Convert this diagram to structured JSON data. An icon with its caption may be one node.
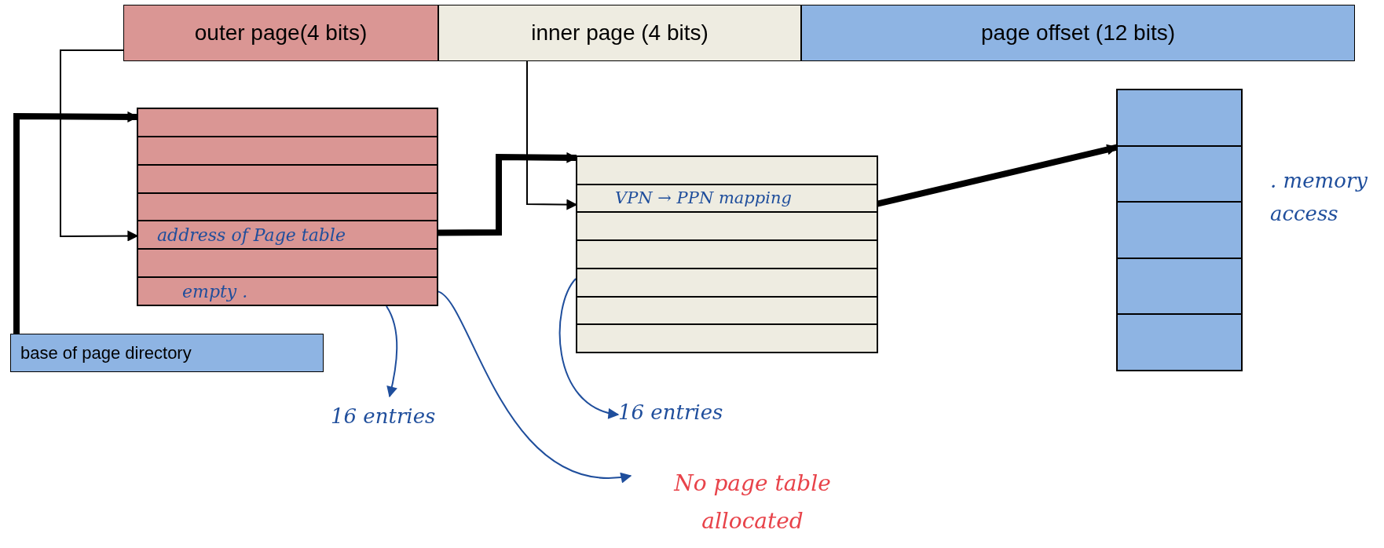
{
  "diagram": {
    "nodes": [
      {
        "text": [
          "outer page(4 bits)"
        ]
      },
      {
        "text": [
          "inner page (4 bits)"
        ]
      },
      {
        "text": [
          "page offset (12 bits)"
        ]
      },
      {
        "text": [],
        "shape": "box"
      },
      {
        "text": [],
        "shape": "box",
        "in": 3
      },
      {
        "text": [],
        "shape": "box",
        "in": 3
      },
      {
        "text": [],
        "shape": "box",
        "in": 3
      },
      {
        "text": [],
        "shape": "box",
        "in": 3
      },
      {
        "text": [
          "address of Page table"
        ],
        "in": 3
      },
      {
        "text": [],
        "shape": "box",
        "in": 3
      },
      {
        "text": [
          "empty ."
        ],
        "in": 3
      },
      {
        "text": [],
        "shape": "box"
      },
      {
        "text": [],
        "shape": "box",
        "in": 11
      },
      {
        "text": [
          "VPN → PPN mapping"
        ],
        "in": 11
      },
      {
        "text": [],
        "shape": "box",
        "in": 11
      },
      {
        "text": [],
        "shape": "box",
        "in": 11
      },
      {
        "text": [],
        "shape": "box",
        "in": 11
      },
      {
        "text": [],
        "shape": "box",
        "in": 11
      },
      {
        "text": [],
        "shape": "box",
        "in": 11
      },
      {
        "text": [],
        "shape": "box",
        "beside": [
          ". memory access"
        ]
      },
      {
        "text": [],
        "shape": "box",
        "in": 19
      },
      {
        "text": [],
        "shape": "box",
        "in": 19
      },
      {
        "text": [],
        "shape": "box",
        "in": 19
      },
      {
        "text": [],
        "shape": "box",
        "in": 19
      },
      {
        "text": [],
        "shape": "box",
        "in": 19
      },
      {
        "text": [
          "base of page directory"
        ]
      },
      {
        "text": [
          "16 entries"
        ]
      },
      {
        "text": [
          "16 entries"
        ]
      },
      {
        "text": [
          "No page table allocated"
        ]
      }
    ],
    "edges": [
      {
        "from": 25,
        "to": 4,
        "arrow": "to",
        "style": "thick"
      },
      {
        "from": 0,
        "to": 8,
        "arrow": "to"
      },
      {
        "from": 8,
        "to": 12,
        "arrow": "to",
        "style": "thick"
      },
      {
        "from": 1,
        "to": 13,
        "arrow": "to"
      },
      {
        "from": 13,
        "to": 21,
        "arrow": "to",
        "style": "thick"
      },
      {
        "from": 3,
        "to": 26,
        "arrow": "to",
        "color": "#1f4e9c"
      },
      {
        "from": 11,
        "to": 27,
        "arrow": "to",
        "color": "#1f4e9c"
      },
      {
        "from": 10,
        "to": 28,
        "arrow": "to",
        "color": "#1f4e9c"
      }
    ]
  }
}
